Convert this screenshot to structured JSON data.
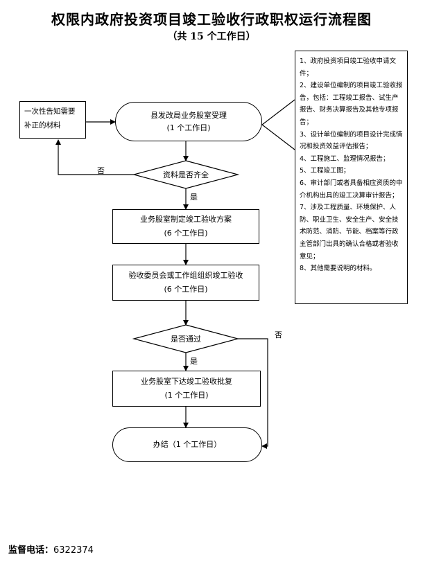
{
  "title": "权限内政府投资项目竣工验收行政职权运行流程图",
  "subtitle": "（共 15 个工作日）",
  "left_box": "一次性告知需要补正的材料",
  "nodes": {
    "receive": {
      "line1": "县发改局业务股室受理",
      "line2": "(1 个工作日)"
    },
    "check_docs": "资料是否齐全",
    "plan": {
      "line1": "业务股室制定竣工验收方案",
      "line2": "(6 个工作日)"
    },
    "inspect": {
      "line1": "验收委员会或工作组组织竣工验收",
      "line2": "(6 个工作日)"
    },
    "passed": "是否通过",
    "approve": {
      "line1": "业务股室下达竣工验收批复",
      "line2": "(1 个工作日)"
    },
    "complete": "办结（1 个工作日）"
  },
  "edge_labels": {
    "no1": "否",
    "yes1": "是",
    "no2": "否",
    "yes2": "是"
  },
  "notes": [
    "1、政府投资项目竣工验收申请文件；",
    "2、建设单位编制的项目竣工验收报告，包括：工程竣工报告、试生产报告、财务决算报告及其他专项报告；",
    "3、设计单位编制的项目设计完成情况和投资效益评估报告；",
    "4、工程施工、监理情况报告；",
    "5、工程竣工图；",
    "6、审计部门或者具备相应资质的中介机构出具的竣工决算审计报告；",
    "7、涉及工程质量、环境保护、人防、职业卫生、安全生产、安全技术防范、消防、节能、档案等行政主管部门出具的确认合格或者验收意见；",
    "8、其他需要说明的材料。"
  ],
  "footer": {
    "label": "监督电话：",
    "phone": "6322374"
  }
}
